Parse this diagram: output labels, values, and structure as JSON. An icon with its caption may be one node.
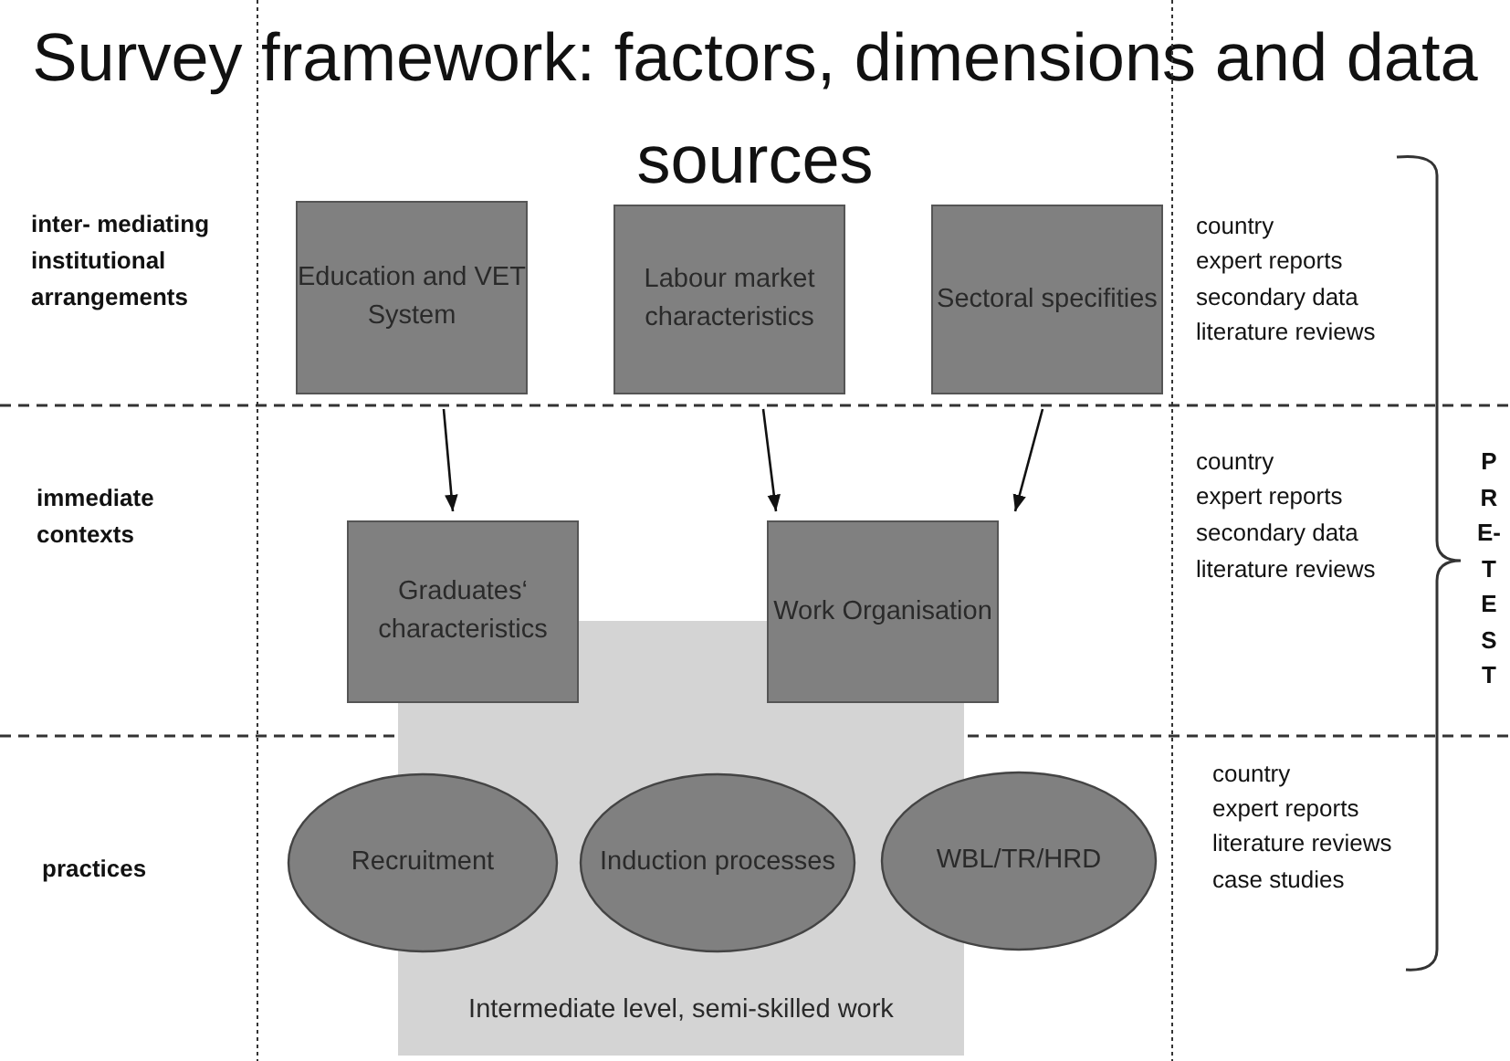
{
  "diagram": {
    "title": "Survey framework: factors, dimensions and data sources",
    "nodes": [
      {
        "text": [
          "Education and VET System"
        ]
      },
      {
        "text": [
          "Labour market characteristics"
        ]
      },
      {
        "text": [
          "Sectoral specifities"
        ]
      },
      {
        "text": [
          "Graduates‘ characteristics"
        ]
      },
      {
        "text": [
          "Work Organisation"
        ]
      },
      {
        "text": [
          "Intermediate level, semi-skilled work"
        ]
      },
      {
        "text": [
          "Recruitment"
        ]
      },
      {
        "text": [
          "Induction processes"
        ],
        "in": 5
      },
      {
        "text": [
          "WBL/TR/HRD"
        ]
      }
    ],
    "edges": [
      {
        "from": 0,
        "to": 3,
        "arrow": "to"
      },
      {
        "from": 1,
        "to": 4,
        "arrow": "to"
      },
      {
        "from": 2,
        "to": 4,
        "arrow": "to"
      }
    ],
    "labels": [
      "inter- mediating institutional arrangements",
      "country",
      "expert reports",
      "secondary data",
      "literature reviews",
      "immediate contexts",
      "country",
      "expert reports",
      "secondary data",
      "literature reviews",
      "PRE-TEST",
      "practices",
      "country",
      "expert reports",
      "literature reviews",
      "case studies"
    ]
  }
}
